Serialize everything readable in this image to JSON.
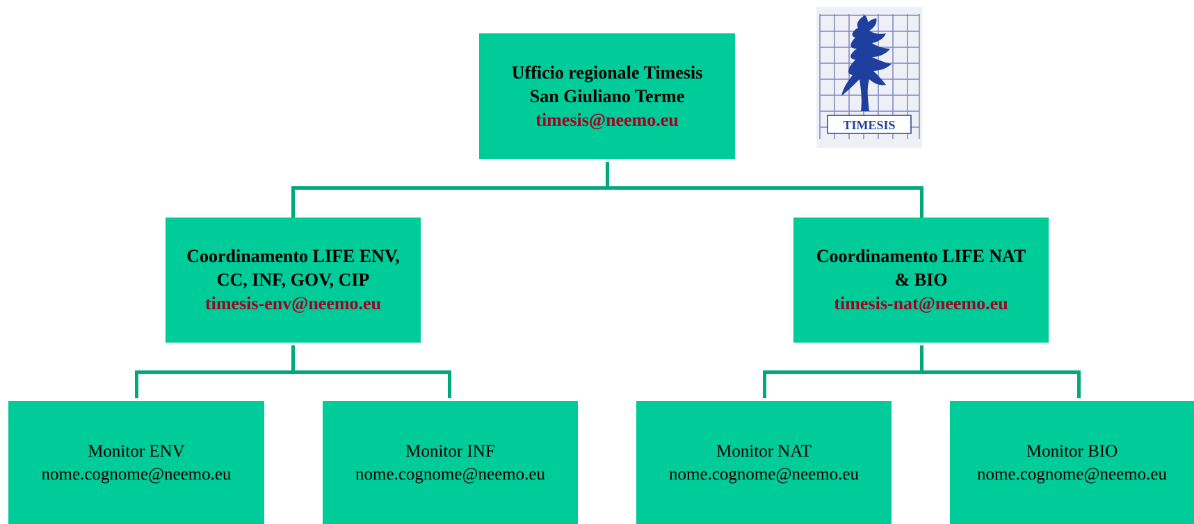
{
  "colors": {
    "box_fill": "#00cc99",
    "connector": "#00a87e",
    "email_red": "#a50021",
    "logo_blue": "#1f3f9e"
  },
  "root": {
    "line1": "Ufficio regionale Timesis",
    "line2": "San Giuliano Terme",
    "email": "timesis@neemo.eu"
  },
  "coord_env": {
    "line1": "Coordinamento LIFE ENV,",
    "line2": "CC, INF, GOV, CIP",
    "email": "timesis-env@neemo.eu"
  },
  "coord_nat": {
    "line1": "Coordinamento LIFE NAT",
    "line2": "& BIO",
    "email": "timesis-nat@neemo.eu"
  },
  "monitors": [
    {
      "title": "Monitor ENV",
      "email": "nome.cognome@neemo.eu"
    },
    {
      "title": "Monitor INF",
      "email": "nome.cognome@neemo.eu"
    },
    {
      "title": "Monitor NAT",
      "email": "nome.cognome@neemo.eu"
    },
    {
      "title": "Monitor BIO",
      "email": "nome.cognome@neemo.eu"
    }
  ],
  "logo": {
    "text": "TIMESIS",
    "icon": "pine-tree-icon"
  }
}
